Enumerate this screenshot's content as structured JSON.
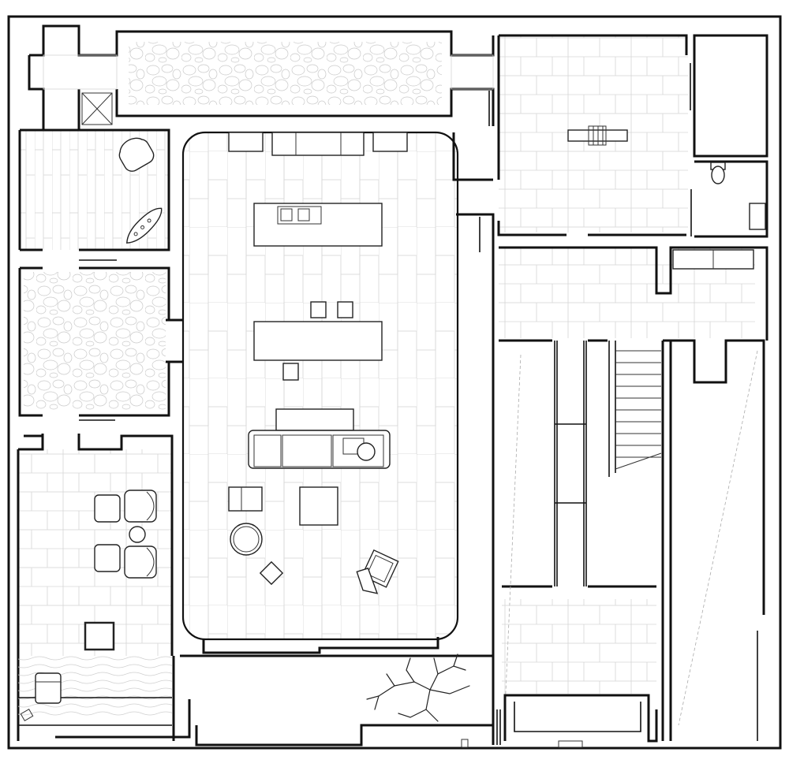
{
  "drawing": {
    "kind": "architectural floor plan",
    "style": "black line drawing on white",
    "colors": {
      "wall": "#111111",
      "furniture": "#222222",
      "floor_grid": "#d6d6d6",
      "pebble_fill": "#c9c9c9",
      "background": "#ffffff"
    }
  },
  "rooms": [
    {
      "id": "front-entry-courtyard",
      "fill": "pebbles"
    },
    {
      "id": "reading-nook",
      "fill": "wood-planks"
    },
    {
      "id": "side-pebble-courtyard",
      "fill": "pebbles"
    },
    {
      "id": "sitting-room",
      "fill": "tiles"
    },
    {
      "id": "great-room",
      "fill": "planks"
    },
    {
      "id": "dining-room",
      "fill": "tiles"
    },
    {
      "id": "closet",
      "fill": "none"
    },
    {
      "id": "bathroom",
      "fill": "none"
    },
    {
      "id": "hall",
      "fill": "tiles"
    },
    {
      "id": "stair-hall",
      "fill": "tiles"
    },
    {
      "id": "rear-garden",
      "fill": "planting"
    },
    {
      "id": "terrace",
      "fill": "water"
    }
  ],
  "icons": {
    "lounge_chair": "armchair-icon",
    "chaise": "chaise-icon",
    "sofa": "sofa-icon",
    "island": "kitchen-island-icon",
    "stool": "stool-icon",
    "side_table": "round-table-icon",
    "bench": "bench-icon",
    "tree": "tree-icon",
    "stair": "stair-icon",
    "toilet": "toilet-icon",
    "dining_table": "dining-table-icon"
  }
}
